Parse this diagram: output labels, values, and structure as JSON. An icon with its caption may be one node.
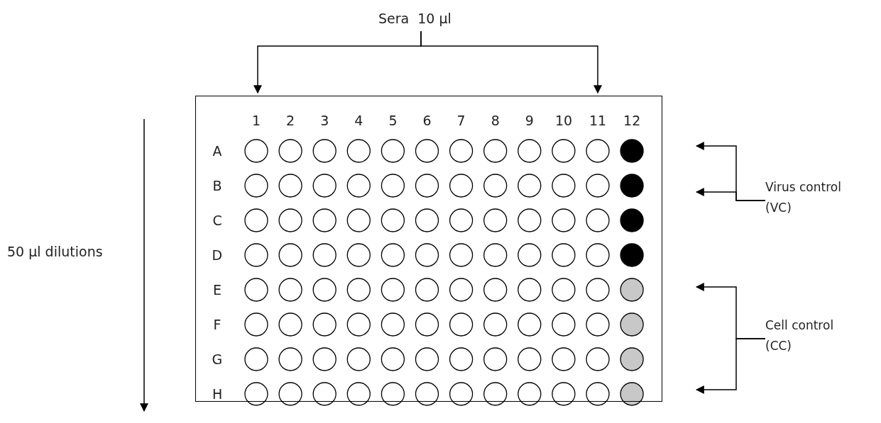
{
  "diagram": {
    "nodes": [
      {
        "text": [
          "Sera  10 µl"
        ]
      },
      {
        "text": [],
        "shape": "box"
      },
      {
        "text": [
          "Virus control (VC)"
        ]
      },
      {
        "text": [
          "Cell control (CC)"
        ]
      }
    ],
    "edges": [
      {
        "from": 0,
        "to": 1,
        "arrow": "to"
      },
      {
        "from": 0,
        "to": 1,
        "arrow": "to"
      },
      {
        "from": 2,
        "to": null,
        "arrow": "to"
      },
      {
        "from": 2,
        "to": null,
        "arrow": "to"
      },
      {
        "from": 3,
        "to": null,
        "arrow": "to"
      },
      {
        "from": 3,
        "to": null,
        "arrow": "to"
      }
    ],
    "labels": [
      "1",
      "2",
      "3",
      "4",
      "5",
      "6",
      "7",
      "8",
      "9",
      "10",
      "11",
      "12",
      "A",
      "B",
      "C",
      "D",
      "E",
      "F",
      "G",
      "H",
      "50 µl dilutions"
    ]
  }
}
